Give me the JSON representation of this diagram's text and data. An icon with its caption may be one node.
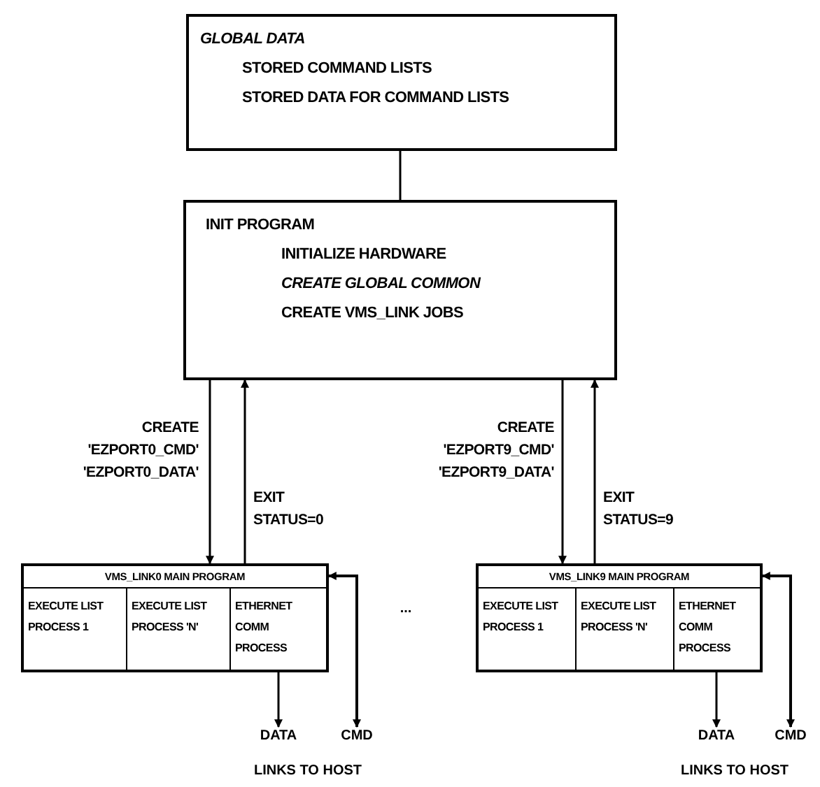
{
  "diagram": {
    "nodes": [
      {
        "text": [
          "GLOBAL DATA",
          "STORED COMMAND LISTS",
          "STORED DATA FOR COMMAND LISTS"
        ]
      },
      {
        "text": [
          "INIT PROGRAM",
          "INITIALIZE HARDWARE",
          "CREATE GLOBAL COMMON",
          "CREATE VMS_LINK JOBS"
        ]
      },
      {
        "text": [
          "VMS_LINK0 MAIN PROGRAM"
        ]
      },
      {
        "text": [
          "EXECUTE LIST PROCESS 1"
        ],
        "in": 2
      },
      {
        "text": [
          "EXECUTE LIST PROCESS 'N'"
        ],
        "in": 2
      },
      {
        "text": [
          "ETHERNET COMM PROCESS"
        ],
        "in": 2
      },
      {
        "text": [
          "VMS_LINK9 MAIN PROGRAM"
        ]
      },
      {
        "text": [
          "EXECUTE LIST PROCESS 1"
        ],
        "in": 6
      },
      {
        "text": [
          "EXECUTE LIST PROCESS 'N'"
        ],
        "in": 6
      },
      {
        "text": [
          "ETHERNET COMM PROCESS"
        ],
        "in": 6
      },
      {
        "text": [
          "DATA"
        ]
      },
      {
        "text": [
          "CMD"
        ]
      },
      {
        "text": [
          "DATA"
        ]
      },
      {
        "text": [
          "CMD"
        ]
      }
    ],
    "edges": [
      {
        "from": 0,
        "to": 1,
        "arrow": "none"
      },
      {
        "from": 1,
        "to": 2,
        "arrow": "to",
        "label": "CREATE 'EZPORT0_CMD' 'EZPORT0_DATA'"
      },
      {
        "from": 2,
        "to": 1,
        "arrow": "to",
        "label": "EXIT STATUS=0"
      },
      {
        "from": 1,
        "to": 6,
        "arrow": "to",
        "label": "CREATE 'EZPORT9_CMD' 'EZPORT9_DATA'"
      },
      {
        "from": 6,
        "to": 1,
        "arrow": "to",
        "label": "EXIT STATUS=9"
      },
      {
        "from": 5,
        "to": 10,
        "arrow": "to"
      },
      {
        "from": 2,
        "to": 11,
        "arrow": "both"
      },
      {
        "from": 9,
        "to": 12,
        "arrow": "to"
      },
      {
        "from": 6,
        "to": 13,
        "arrow": "both"
      }
    ],
    "labels": [
      "...",
      "LINKS TO HOST",
      "LINKS TO HOST"
    ]
  }
}
